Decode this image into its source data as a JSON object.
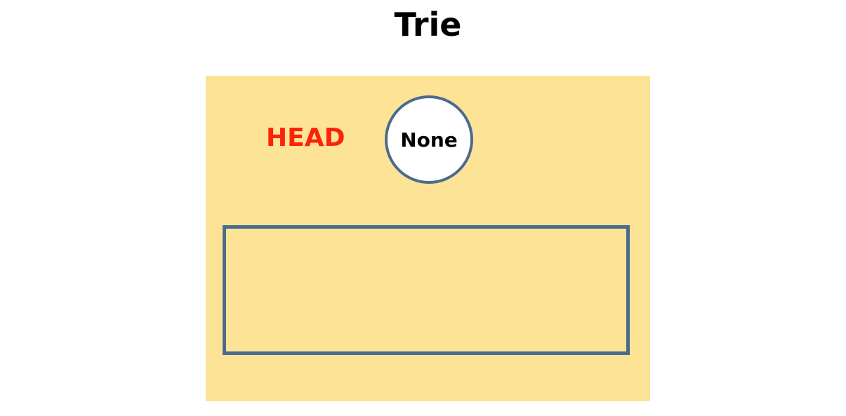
{
  "title": "Trie",
  "head_label": "HEAD",
  "root_node": {
    "label": "None"
  },
  "colors": {
    "panel_background": "#fde396",
    "head_label": "#fb2309",
    "node_border": "#4b6b8e",
    "node_fill": "#ffffff",
    "children_box_border": "#4b6b8e"
  }
}
